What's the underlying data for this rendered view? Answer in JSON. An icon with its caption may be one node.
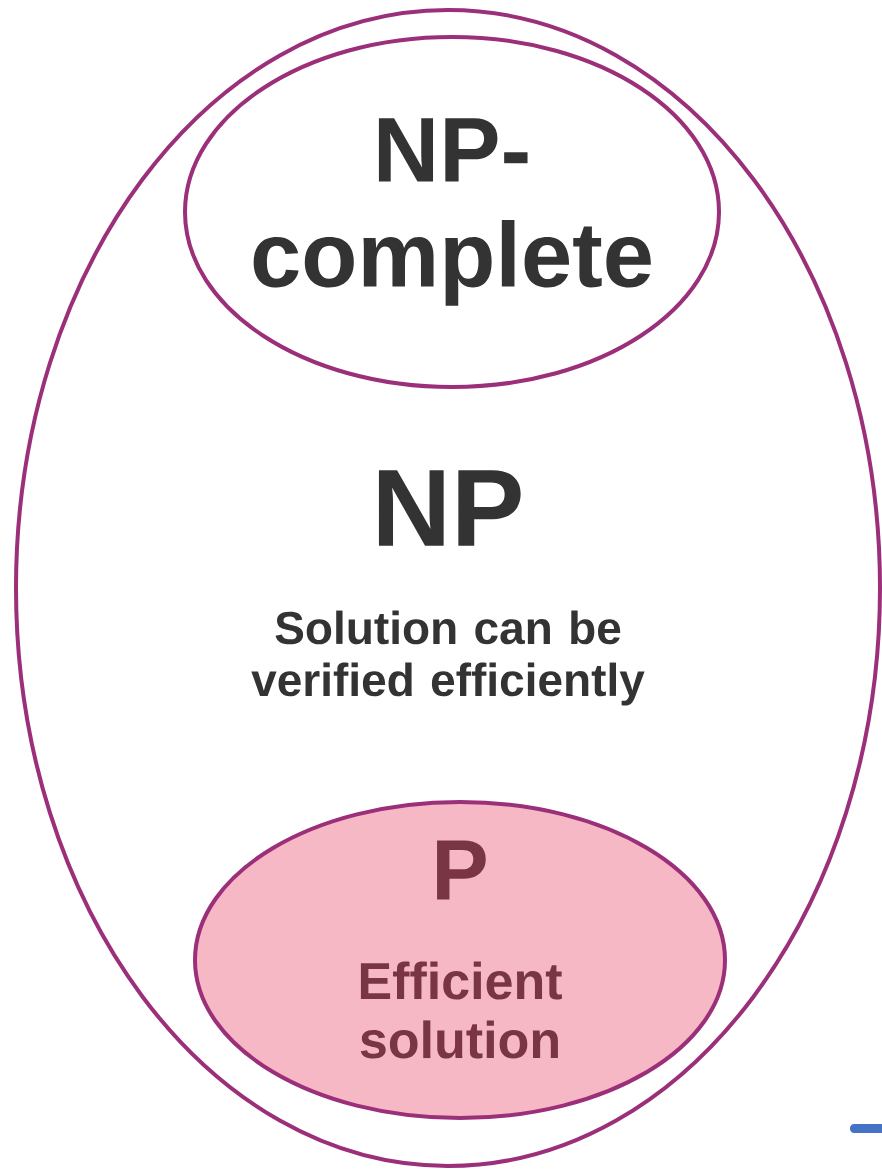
{
  "diagram": {
    "nodes": [
      {
        "text": [
          "NP",
          "Solution can be verified efficiently"
        ]
      },
      {
        "text": [
          "NP-complete"
        ],
        "in": 0
      },
      {
        "text": [
          "P",
          "Efficient solution"
        ],
        "in": 0
      }
    ]
  }
}
